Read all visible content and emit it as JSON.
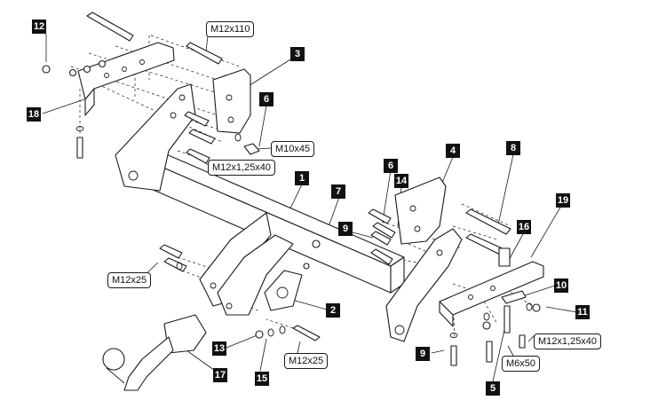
{
  "diagram": {
    "callouts": [
      {
        "id": "c12",
        "label": "12"
      },
      {
        "id": "c3",
        "label": "3"
      },
      {
        "id": "c18",
        "label": "18"
      },
      {
        "id": "c6a",
        "label": "6"
      },
      {
        "id": "c1",
        "label": "1"
      },
      {
        "id": "c7",
        "label": "7"
      },
      {
        "id": "c6b",
        "label": "6"
      },
      {
        "id": "c14",
        "label": "14"
      },
      {
        "id": "c4",
        "label": "4"
      },
      {
        "id": "c8",
        "label": "8"
      },
      {
        "id": "c19",
        "label": "19"
      },
      {
        "id": "c9a",
        "label": "9"
      },
      {
        "id": "c16",
        "label": "16"
      },
      {
        "id": "c10",
        "label": "10"
      },
      {
        "id": "c11",
        "label": "11"
      },
      {
        "id": "c2",
        "label": "2"
      },
      {
        "id": "c13",
        "label": "13"
      },
      {
        "id": "c17",
        "label": "17"
      },
      {
        "id": "c15",
        "label": "15"
      },
      {
        "id": "c9b",
        "label": "9"
      },
      {
        "id": "c5",
        "label": "5"
      }
    ],
    "bolt_specs": [
      {
        "id": "s1",
        "label": "M12x110"
      },
      {
        "id": "s2",
        "label": "M10x45"
      },
      {
        "id": "s3",
        "label": "M12x1,25x40"
      },
      {
        "id": "s4",
        "label": "M12x25"
      },
      {
        "id": "s5",
        "label": "M12x25"
      },
      {
        "id": "s6",
        "label": "M12x1,25x40"
      },
      {
        "id": "s7",
        "label": "M6x50"
      }
    ]
  }
}
